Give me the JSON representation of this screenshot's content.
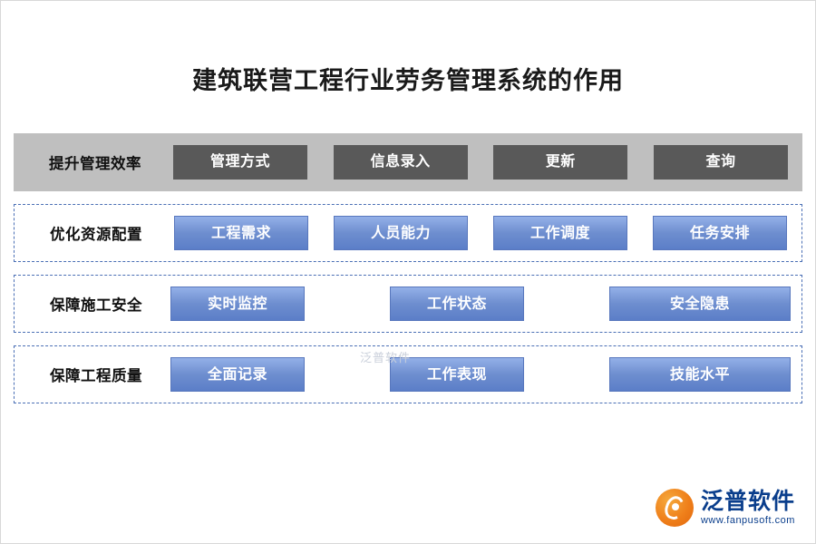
{
  "page": {
    "title": "建筑联营工程行业劳务管理系统的作用",
    "watermark": "泛普软件"
  },
  "diagram": {
    "rows": [
      {
        "label": "提升管理效率",
        "style": "gray",
        "cells": [
          "管理方式",
          "信息录入",
          "更新",
          "查询"
        ]
      },
      {
        "label": "优化资源配置",
        "style": "dashed",
        "cells": [
          "工程需求",
          "人员能力",
          "工作调度",
          "任务安排"
        ]
      },
      {
        "label": "保障施工安全",
        "style": "dashed",
        "cells": [
          "实时监控",
          "工作状态",
          "安全隐患"
        ]
      },
      {
        "label": "保障工程质量",
        "style": "dashed",
        "cells": [
          "全面记录",
          "工作表现",
          "技能水平"
        ]
      }
    ]
  },
  "brand": {
    "name": "泛普软件",
    "url": "www.fanpusoft.com"
  },
  "colors": {
    "gray_band": "#bfbfbf",
    "gray_cell": "#595959",
    "blue_cell": "#6e8ecf",
    "dashed_border": "#4a6fb5",
    "brand_blue": "#0a3e8c",
    "brand_orange": "#ef7f1a"
  }
}
